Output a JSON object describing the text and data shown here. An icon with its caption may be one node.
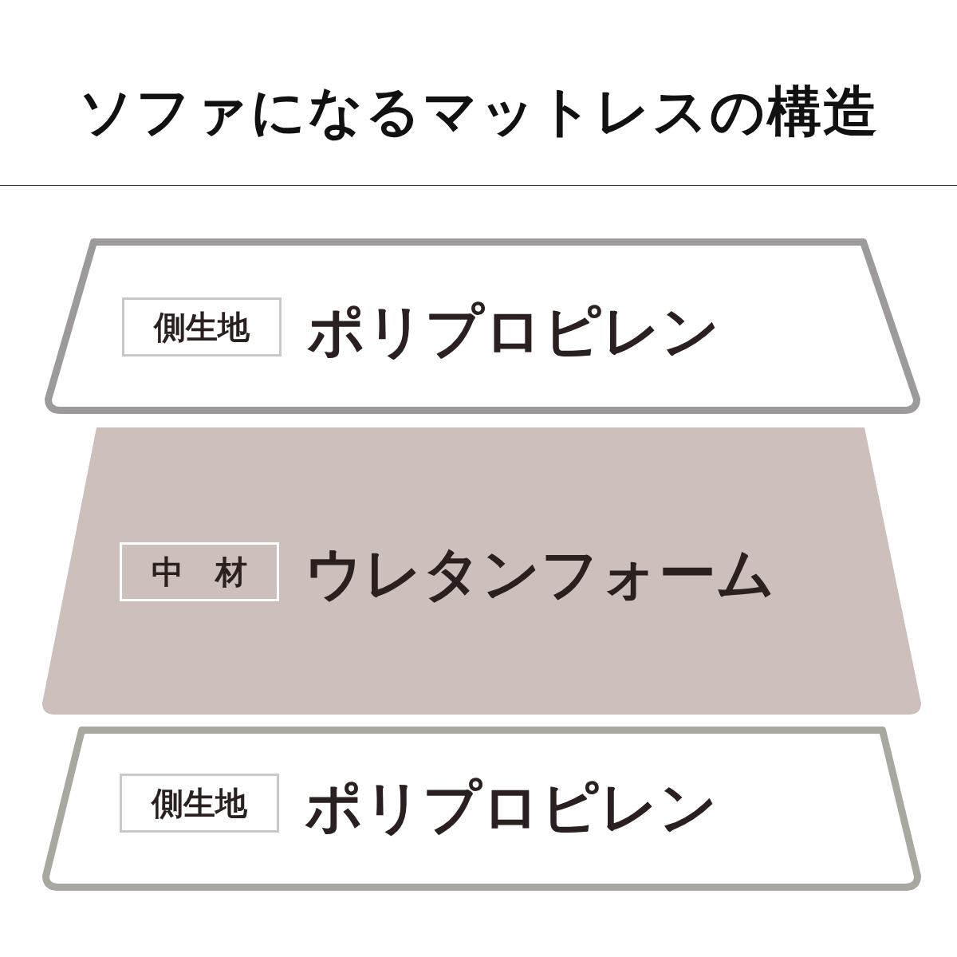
{
  "diagram": {
    "title": "ソファになるマットレスの構造",
    "nodes": [
      {
        "text": [
          "ポリプロピレン"
        ]
      },
      {
        "text": [
          "側生地"
        ],
        "in": 0
      },
      {
        "text": [
          "ウレタンフォーム"
        ]
      },
      {
        "text": [
          "中　材"
        ],
        "in": 2
      },
      {
        "text": [
          "ポリプロピレン"
        ]
      },
      {
        "text": [
          "側生地"
        ],
        "in": 4
      }
    ],
    "edges": []
  }
}
